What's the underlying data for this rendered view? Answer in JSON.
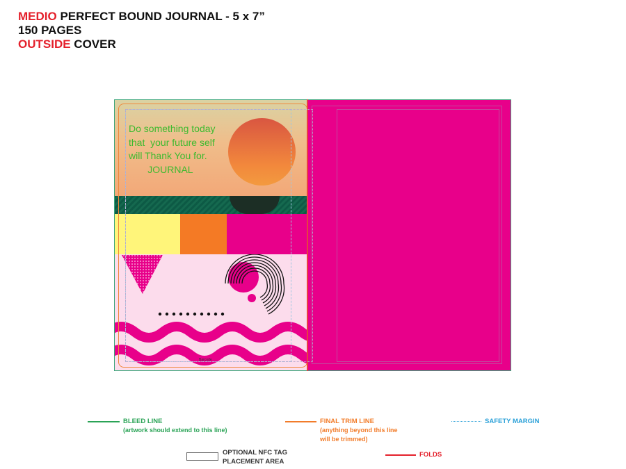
{
  "heading": {
    "line1_accent": "MEDIO",
    "line1_rest": " PERFECT BOUND JOURNAL - 5 x 7”",
    "line2": "150 PAGES",
    "line3_accent": "OUTSIDE",
    "line3_rest": " COVER"
  },
  "cover": {
    "quote_lines": [
      "Do something today",
      "that  your future self",
      "will Thank You for.",
      "       JOURNAL"
    ],
    "barcode_text": "Barcode",
    "colors": {
      "back_pink": "#e8008a",
      "yellow": "#fff57a",
      "orange": "#f47a25",
      "quote_green": "#3dba2f",
      "sea_green": "#0d5a45",
      "pale_pink": "#fcdcec"
    }
  },
  "legend": {
    "bleed_title": "BLEED LINE",
    "bleed_sub": "(artwork should extend to this line)",
    "trim_title": "FINAL TRIM LINE",
    "trim_sub1": "(anything beyond this line",
    "trim_sub2": "will be trimmed)",
    "safety": "SAFETY MARGIN",
    "nfc1": "OPTIONAL NFC TAG",
    "nfc2": "PLACEMENT AREA",
    "folds": "FOLDS",
    "colors": {
      "bleed": "#2aa356",
      "trim": "#f27c2a",
      "safety": "#2aa0d8",
      "folds": "#e4202b"
    }
  }
}
